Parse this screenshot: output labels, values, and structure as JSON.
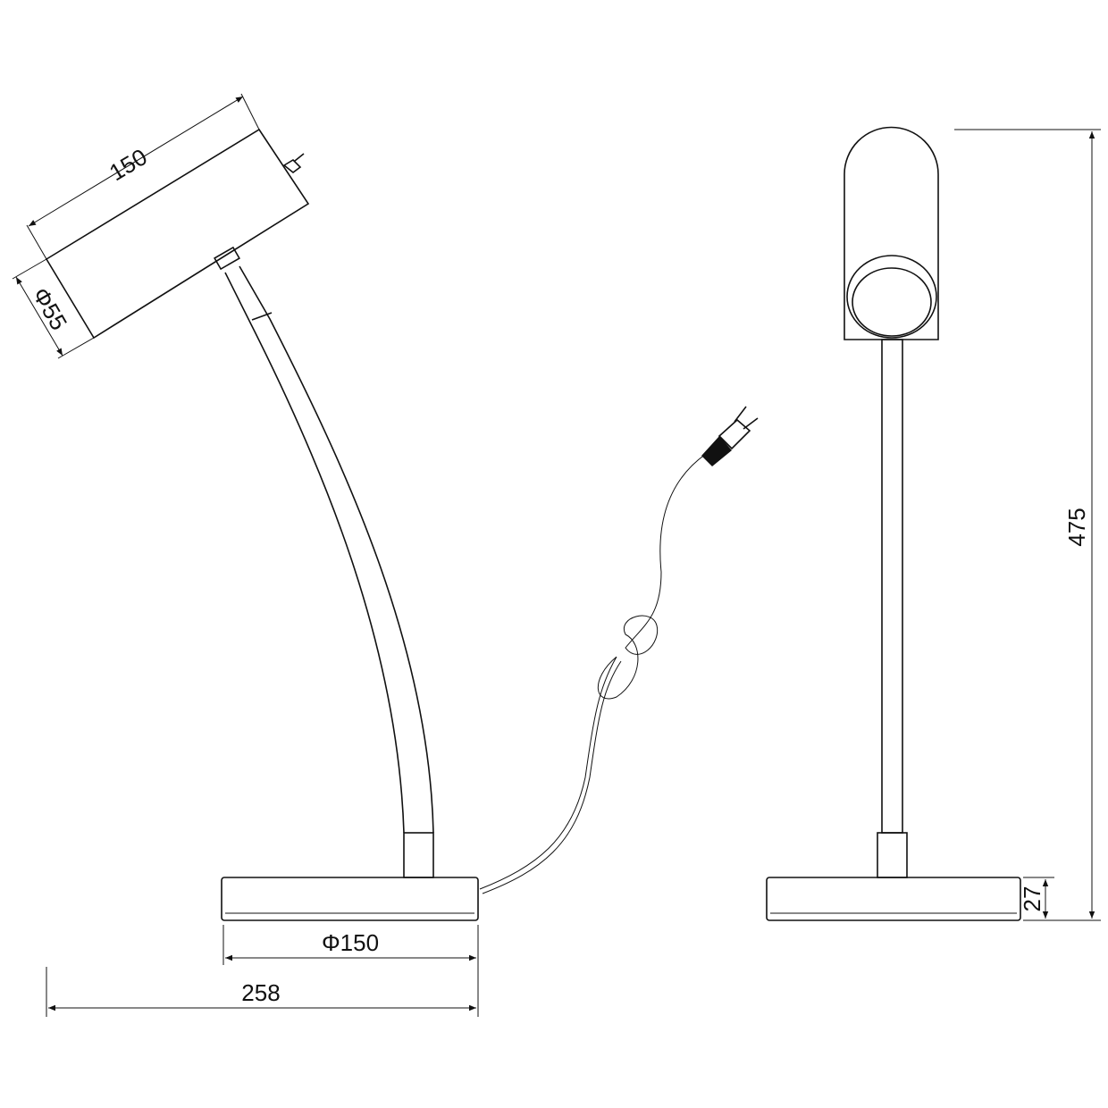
{
  "title": "Table lamp dimension drawing",
  "dimensions": {
    "head_length": "150",
    "head_diameter": "Φ55",
    "base_diameter": "Φ150",
    "total_width": "258",
    "total_height": "475",
    "base_height": "27"
  },
  "units": "mm"
}
